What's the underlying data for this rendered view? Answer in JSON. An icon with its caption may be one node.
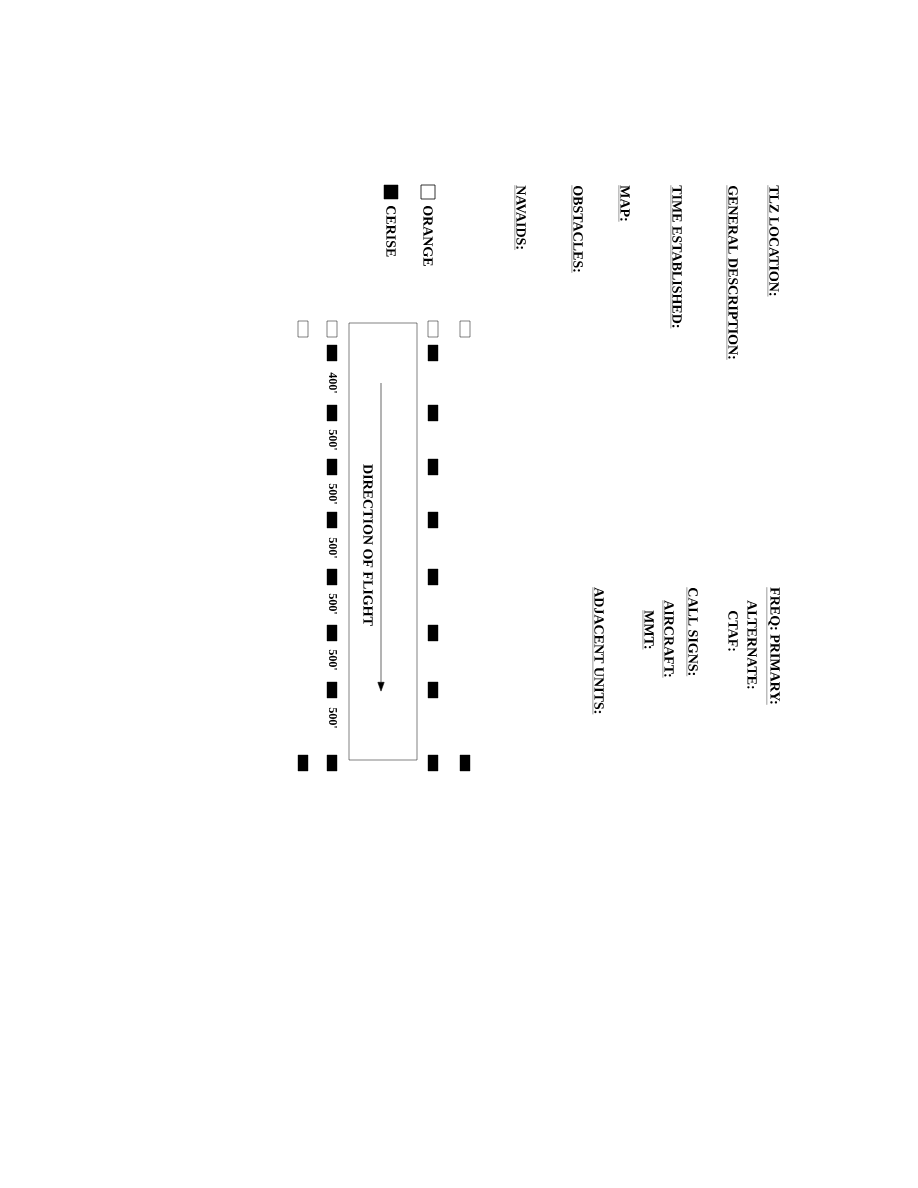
{
  "diagram": {
    "nodes": [
      {
        "text": [
          "DIRECTION OF FLIGHT"
        ]
      }
    ],
    "labels": [
      "TLZ LOCATION:",
      "GENERAL DESCRIPTION:",
      "TIME ESTABLISHED:",
      "MAP:",
      "OBSTACLES:",
      "NAVAIDS:",
      "FREQ: PRIMARY:",
      "ALTERNATE:",
      "CTAF:",
      "CALL SIGNS:",
      "AIRCRAFT:",
      "MMT:",
      "ADJACENT UNITS:",
      "400'",
      "500'",
      "500'",
      "500'",
      "500'",
      "500'",
      "500'"
    ],
    "legend": [
      {
        "text": "ORANGE"
      },
      {
        "text": "CERISE",
        "color": "#000000"
      }
    ]
  }
}
